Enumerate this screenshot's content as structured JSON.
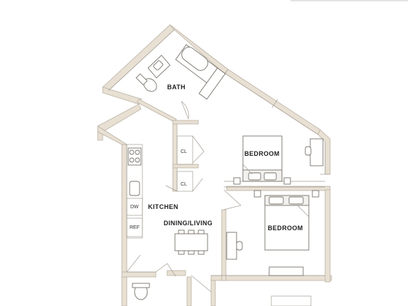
{
  "rooms": {
    "bath": "BATH",
    "bedroom_1": "BEDROOM",
    "bedroom_2": "BEDROOM",
    "kitchen": "KITCHEN",
    "dining_living": "DINING/LIVING",
    "closet_1": "CL",
    "closet_2": "CL"
  },
  "appliances": {
    "dishwasher": "DW",
    "refrigerator": "REF"
  },
  "colors": {
    "wall_fill": "#e8e0d3",
    "wall_stroke": "#b9b1a5",
    "fixture_stroke": "#77726b",
    "label_text": "#1e1e1e"
  }
}
